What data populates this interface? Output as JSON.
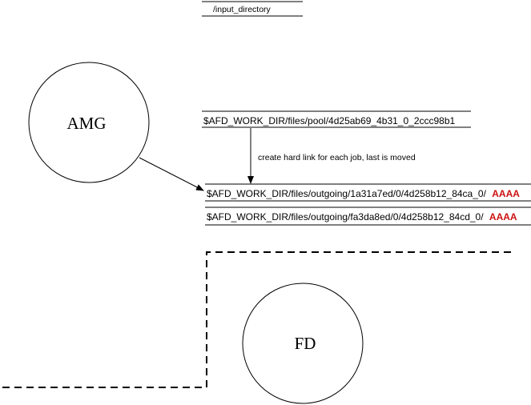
{
  "input_directory": "/input_directory",
  "amg": {
    "label": "AMG"
  },
  "fd": {
    "label": "FD"
  },
  "pool_file": "$AFD_WORK_DIR/files/pool/4d25ab69_4b31_0_2ccc98b1",
  "link_note": "create hard link for each job, last is moved",
  "outgoing": [
    {
      "path": "$AFD_WORK_DIR/files/outgoing/1a31a7ed/0/4d258b12_84ca_0/",
      "tag": "AAAA"
    },
    {
      "path": "$AFD_WORK_DIR/files/outgoing/fa3da8ed/0/4d258b12_84cd_0/",
      "tag": "AAAA"
    }
  ],
  "colors": {
    "line": "#000000",
    "tag": "#cc1111",
    "background": "#ffffff"
  }
}
